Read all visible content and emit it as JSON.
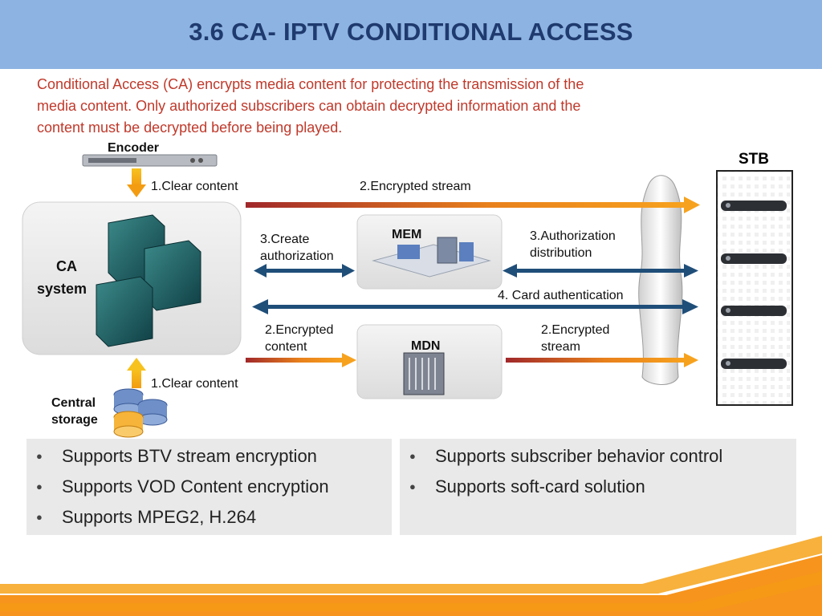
{
  "slide": {
    "title": "3.6  CA- IPTV CONDITIONAL ACCESS",
    "intro_lines": [
      "Conditional Access (CA) encrypts media content for protecting the transmission of the",
      "media content. Only authorized subscribers can obtain decrypted information and the",
      "content must be decrypted before being played."
    ]
  },
  "diagram": {
    "nodes": {
      "encoder": "Encoder",
      "ca_system_line1": "CA",
      "ca_system_line2": "system",
      "central_storage_line1": "Central",
      "central_storage_line2": "storage",
      "mem": "MEM",
      "mdn": "MDN",
      "stb": "STB"
    },
    "edges": {
      "clear_content_top": "1.Clear content",
      "encrypted_stream_top": "2.Encrypted stream",
      "create_auth_line1": "3.Create",
      "create_auth_line2": "authorization",
      "auth_dist_line1": "3.Authorization",
      "auth_dist_line2": "distribution",
      "card_auth": "4. Card authentication",
      "enc_content_line1": "2.Encrypted",
      "enc_content_line2": "content",
      "enc_stream_line1": "2.Encrypted",
      "enc_stream_line2": "stream",
      "clear_content_bottom": "1.Clear content"
    }
  },
  "features": {
    "left": [
      "Supports BTV stream encryption",
      "Supports VOD Content encryption",
      "Supports MPEG2, H.264"
    ],
    "right": [
      "Supports subscriber behavior control",
      "Supports soft-card solution"
    ]
  },
  "colors": {
    "title_bar": "#8db3e2",
    "title_text": "#1f3a6e",
    "intro_text": "#c0392b",
    "encrypted_arrow": "#f39c12",
    "control_arrow": "#1f4e79",
    "footer_orange": "#f7941d"
  }
}
